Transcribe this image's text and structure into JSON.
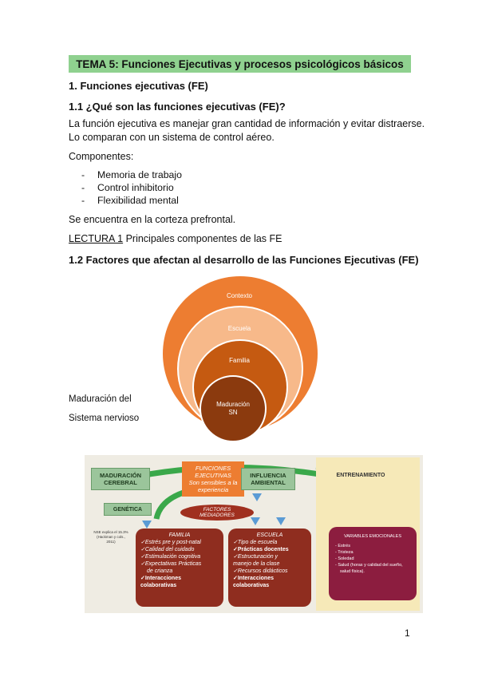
{
  "title": "TEMA 5: Funciones Ejecutivas y procesos psicológicos básicos",
  "section1": "1. Funciones ejecutivas (FE)",
  "section1_1": "1.1 ¿Qué son las funciones ejecutivas (FE)?",
  "para1_line1": "La función ejecutiva es manejar gran cantidad de información y evitar distraerse.",
  "para1_line2": "Lo comparan con un sistema de control aéreo.",
  "componentes_label": "Componentes:",
  "componentes": [
    "Memoria de trabajo",
    "Control inhibitorio",
    "Flexibilidad mental"
  ],
  "corteza": "Se encuentra en la corteza prefrontal.",
  "lectura_link": "LECTURA 1",
  "lectura_text": " Principales componentes de las FE",
  "section1_2": "1.2 Factores que afectan al desarrollo de las Funciones Ejecutivas (FE)",
  "circles": {
    "contexto": "Contexto",
    "escuela": "Escuela",
    "familia": "Familia",
    "maduracion_l1": "Maduración",
    "maduracion_l2": "SN"
  },
  "side_label_1": "Maduración del",
  "side_label_2": "Sistema nervioso",
  "info": {
    "maduracion_1": "MADURACIÓN",
    "maduracion_2": "CEREBRAL",
    "fe_1": "FUNCIONES",
    "fe_2": "EJECUTIVAS",
    "fe_3": "Son sensibles a la",
    "fe_4": "experiencia",
    "influencia_1": "INFLUENCIA",
    "influencia_2": "AMBIENTAL",
    "entrenamiento": "ENTRENAMIENTO",
    "genetica": "GENÉTICA",
    "factores_1": "FACTORES",
    "factores_2": "MEDIADORES",
    "nse_1": "NSE explica el 15.3%",
    "nse_2": "(Hackman y cols.,",
    "nse_3": "2011)",
    "familia_title": "FAMILIA",
    "familia_items": [
      "✓Estrés pre y post-natal",
      "✓Calidad del cuidado",
      "✓Estimulación cognitiva",
      "✓Expectativas Prácticas",
      "de crianza",
      "✓Interacciones",
      "colaborativas"
    ],
    "escuela_title": "ESCUELA",
    "escuela_items": [
      "✓Tipo de escuela",
      "✓Prácticas docentes",
      "✓Estructuración y",
      "manejo de la clase",
      "✓Recursos didácticos",
      "✓Interacciones",
      "colaborativas"
    ],
    "emocionales_title": "VARIABLES EMOCIONALES",
    "emocionales_items": [
      "- Estrés",
      "- Tristeza",
      "- Soledad",
      "- Salud (horas y calidad del sueño,",
      "salud física)."
    ]
  },
  "page_number": "1"
}
